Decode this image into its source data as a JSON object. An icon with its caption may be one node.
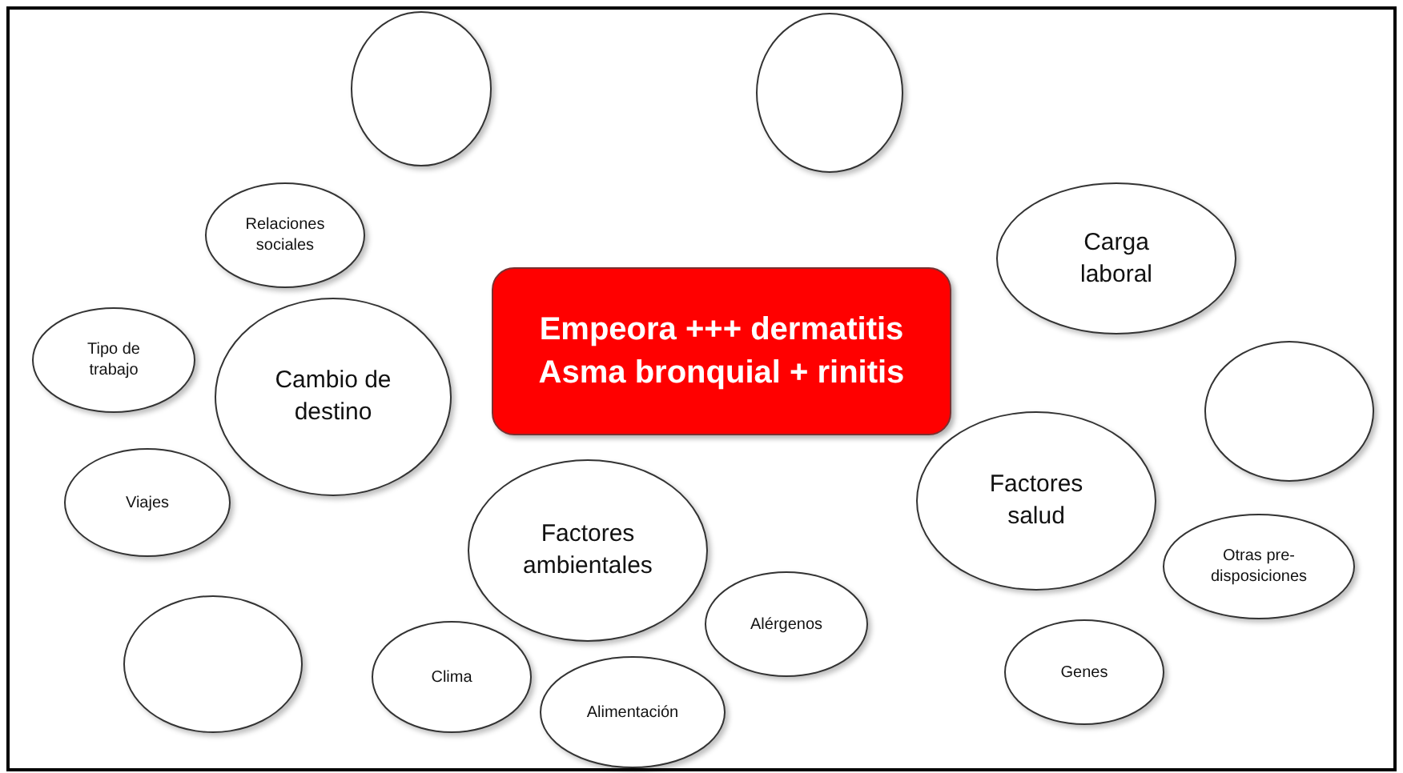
{
  "diagram": {
    "nodes": [
      {
        "text": [],
        "shape": "circle"
      },
      {
        "text": [],
        "shape": "circle"
      },
      {
        "text": [
          "Relaciones sociales"
        ]
      },
      {
        "text": [
          "Carga laboral"
        ]
      },
      {
        "text": [
          "Empeora +++ dermatitis Asma bronquial + rinitis"
        ]
      },
      {
        "text": [
          "Tipo de trabajo"
        ]
      },
      {
        "text": [
          "Cambio de destino"
        ]
      },
      {
        "text": [],
        "shape": "circle"
      },
      {
        "text": [
          "Factores salud"
        ]
      },
      {
        "text": [
          "Viajes"
        ]
      },
      {
        "text": [
          "Factores ambientales"
        ]
      },
      {
        "text": [
          "Otras pre-disposiciones"
        ]
      },
      {
        "text": [
          "Alérgenos"
        ]
      },
      {
        "text": [],
        "shape": "circle"
      },
      {
        "text": [
          "Clima"
        ]
      },
      {
        "text": [
          "Genes"
        ]
      },
      {
        "text": [
          "Alimentación"
        ]
      }
    ],
    "edges": []
  }
}
